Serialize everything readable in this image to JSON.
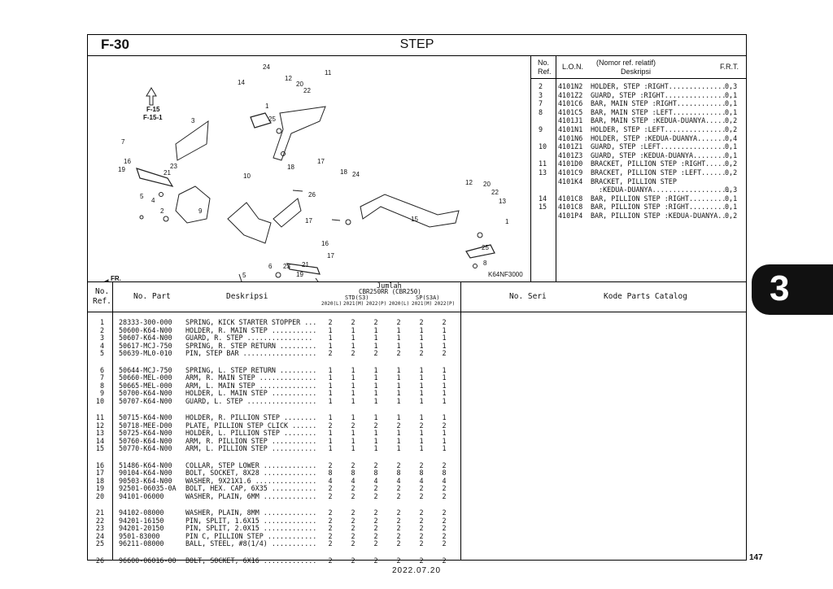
{
  "page": {
    "code": "F-30",
    "title": "STEP",
    "section_tab": "3",
    "page_number": "147",
    "date": "2022.07.20"
  },
  "diagram": {
    "ref_labels": [
      "F-15",
      "F-15-1"
    ],
    "fr_label": "FR.",
    "diagram_code": "K64NF3000",
    "callouts": [
      "24",
      "11",
      "14",
      "12",
      "20",
      "22",
      "1",
      "25",
      "3",
      "17",
      "18",
      "7",
      "16",
      "19",
      "23",
      "21",
      "5",
      "4",
      "2",
      "9",
      "10",
      "26",
      "17",
      "18",
      "24",
      "12",
      "20",
      "22",
      "13",
      "15",
      "1",
      "25",
      "8",
      "16",
      "17",
      "5",
      "6",
      "23",
      "21",
      "19"
    ]
  },
  "lon": {
    "headers": {
      "no": "No.",
      "ref": "Ref.",
      "lon": "L.O.N.",
      "desc_top": "(Nomor ref. relatif)",
      "desc": "Deskripsi",
      "frt": "F.R.T."
    },
    "rows": [
      {
        "ref": "2",
        "lon": "4101N2",
        "desc": "HOLDER, STEP :RIGHT..............",
        "frt": "0,3"
      },
      {
        "ref": "3",
        "lon": "4101Z2",
        "desc": "GUARD, STEP :RIGHT...............",
        "frt": "0,1"
      },
      {
        "ref": "7",
        "lon": "4101C6",
        "desc": "BAR, MAIN STEP :RIGHT............",
        "frt": "0,1"
      },
      {
        "ref": "8",
        "lon": "4101C5",
        "desc": "BAR, MAIN STEP :LEFT.............",
        "frt": "0,1"
      },
      {
        "ref": "",
        "lon": "4101J1",
        "desc": "BAR, MAIN STEP :KEDUA-DUANYA.....",
        "frt": "0,2"
      },
      {
        "ref": "9",
        "lon": "4101N1",
        "desc": "HOLDER, STEP :LEFT...............",
        "frt": "0,2"
      },
      {
        "ref": "",
        "lon": "4101N6",
        "desc": "HOLDER, STEP :KEDUA-DUANYA.......",
        "frt": "0,4"
      },
      {
        "ref": "10",
        "lon": "4101Z1",
        "desc": "GUARD, STEP :LEFT................",
        "frt": "0,1"
      },
      {
        "ref": "",
        "lon": "4101Z3",
        "desc": "GUARD, STEP :KEDUA-DUANYA........",
        "frt": "0,1"
      },
      {
        "ref": "11",
        "lon": "4101D0",
        "desc": "BRACKET, PILLION STEP :RIGHT.....",
        "frt": "0,2"
      },
      {
        "ref": "13",
        "lon": "4101C9",
        "desc": "BRACKET, PILLION STEP :LEFT......",
        "frt": "0,2"
      },
      {
        "ref": "",
        "lon": "4101K4",
        "desc": "BRACKET, PILLION STEP",
        "frt": ""
      },
      {
        "ref": "",
        "lon": "",
        "desc": "  :KEDUA-DUANYA...................",
        "frt": "0,3"
      },
      {
        "ref": "14",
        "lon": "4101C8",
        "desc": "BAR, PILLION STEP :RIGHT.........",
        "frt": "0,1"
      },
      {
        "ref": "15",
        "lon": "4101C8",
        "desc": "BAR, PILLION STEP :RIGHT.........",
        "frt": "0,1"
      },
      {
        "ref": "",
        "lon": "4101P4",
        "desc": "BAR, PILLION STEP :KEDUA-DUANYA..",
        "frt": "0,2"
      }
    ]
  },
  "parts": {
    "headers": {
      "no": "No.",
      "ref": "Ref.",
      "part": "No. Part",
      "desc": "Deskripsi",
      "jumlah": "Jumlah",
      "model": "CBR250RR (CBR250)",
      "std": "STD(S3)",
      "sp": "SP(S3A)",
      "years": [
        "2020(L)",
        "2021(M)",
        "2022(P)",
        "2020(L)",
        "2021(M)",
        "2022(P)"
      ],
      "seri": "No. Seri",
      "catalog": "Kode Parts Catalog"
    },
    "rows": [
      {
        "ref": "1",
        "part": "28333-300-000",
        "desc": "SPRING, KICK STARTER STOPPER ...",
        "qty": [
          "2",
          "2",
          "2",
          "2",
          "2",
          "2"
        ]
      },
      {
        "ref": "2",
        "part": "50600-K64-N00",
        "desc": "HOLDER, R. MAIN STEP ...........",
        "qty": [
          "1",
          "1",
          "1",
          "1",
          "1",
          "1"
        ]
      },
      {
        "ref": "3",
        "part": "50607-K64-N00",
        "desc": "GUARD, R. STEP ................",
        "qty": [
          "1",
          "1",
          "1",
          "1",
          "1",
          "1"
        ]
      },
      {
        "ref": "4",
        "part": "50617-MCJ-750",
        "desc": "SPRING, R. STEP RETURN .........",
        "qty": [
          "1",
          "1",
          "1",
          "1",
          "1",
          "1"
        ]
      },
      {
        "ref": "5",
        "part": "50639-ML0-010",
        "desc": "PIN, STEP BAR ..................",
        "qty": [
          "2",
          "2",
          "2",
          "2",
          "2",
          "2"
        ]
      },
      {
        "ref": "6",
        "part": "50644-MCJ-750",
        "desc": "SPRING, L. STEP RETURN .........",
        "qty": [
          "1",
          "1",
          "1",
          "1",
          "1",
          "1"
        ]
      },
      {
        "ref": "7",
        "part": "50660-MEL-000",
        "desc": "ARM, R. MAIN STEP ..............",
        "qty": [
          "1",
          "1",
          "1",
          "1",
          "1",
          "1"
        ]
      },
      {
        "ref": "8",
        "part": "50665-MEL-000",
        "desc": "ARM, L. MAIN STEP ..............",
        "qty": [
          "1",
          "1",
          "1",
          "1",
          "1",
          "1"
        ]
      },
      {
        "ref": "9",
        "part": "50700-K64-N00",
        "desc": "HOLDER, L. MAIN STEP ...........",
        "qty": [
          "1",
          "1",
          "1",
          "1",
          "1",
          "1"
        ]
      },
      {
        "ref": "10",
        "part": "50707-K64-N00",
        "desc": "GUARD, L. STEP .................",
        "qty": [
          "1",
          "1",
          "1",
          "1",
          "1",
          "1"
        ]
      },
      {
        "ref": "11",
        "part": "50715-K64-N00",
        "desc": "HOLDER, R. PILLION STEP ........",
        "qty": [
          "1",
          "1",
          "1",
          "1",
          "1",
          "1"
        ]
      },
      {
        "ref": "12",
        "part": "50718-MEE-D00",
        "desc": "PLATE, PILLION STEP CLICK ......",
        "qty": [
          "2",
          "2",
          "2",
          "2",
          "2",
          "2"
        ]
      },
      {
        "ref": "13",
        "part": "50725-K64-N00",
        "desc": "HOLDER, L. PILLION STEP ........",
        "qty": [
          "1",
          "1",
          "1",
          "1",
          "1",
          "1"
        ]
      },
      {
        "ref": "14",
        "part": "50760-K64-N00",
        "desc": "ARM, R. PILLION STEP ...........",
        "qty": [
          "1",
          "1",
          "1",
          "1",
          "1",
          "1"
        ]
      },
      {
        "ref": "15",
        "part": "50770-K64-N00",
        "desc": "ARM, L. PILLION STEP ...........",
        "qty": [
          "1",
          "1",
          "1",
          "1",
          "1",
          "1"
        ]
      },
      {
        "ref": "16",
        "part": "51486-K64-N00",
        "desc": "COLLAR, STEP LOWER .............",
        "qty": [
          "2",
          "2",
          "2",
          "2",
          "2",
          "2"
        ]
      },
      {
        "ref": "17",
        "part": "90104-K64-N00",
        "desc": "BOLT, SOCKET, 8X28 .............",
        "qty": [
          "8",
          "8",
          "8",
          "8",
          "8",
          "8"
        ]
      },
      {
        "ref": "18",
        "part": "90503-K64-N00",
        "desc": "WASHER, 9X21X1.6 ...............",
        "qty": [
          "4",
          "4",
          "4",
          "4",
          "4",
          "4"
        ]
      },
      {
        "ref": "19",
        "part": "92501-06035-0A",
        "desc": "BOLT, HEX. CAP, 6X35 ...........",
        "qty": [
          "2",
          "2",
          "2",
          "2",
          "2",
          "2"
        ]
      },
      {
        "ref": "20",
        "part": "94101-06000",
        "desc": "WASHER, PLAIN, 6MM .............",
        "qty": [
          "2",
          "2",
          "2",
          "2",
          "2",
          "2"
        ]
      },
      {
        "ref": "21",
        "part": "94102-08000",
        "desc": "WASHER, PLAIN, 8MM .............",
        "qty": [
          "2",
          "2",
          "2",
          "2",
          "2",
          "2"
        ]
      },
      {
        "ref": "22",
        "part": "94201-16150",
        "desc": "PIN, SPLIT, 1.6X15 .............",
        "qty": [
          "2",
          "2",
          "2",
          "2",
          "2",
          "2"
        ]
      },
      {
        "ref": "23",
        "part": "94201-20150",
        "desc": "PIN, SPLIT, 2.0X15 .............",
        "qty": [
          "2",
          "2",
          "2",
          "2",
          "2",
          "2"
        ]
      },
      {
        "ref": "24",
        "part": "9501-83000",
        "desc": "PIN C, PILLION STEP ............",
        "qty": [
          "2",
          "2",
          "2",
          "2",
          "2",
          "2"
        ]
      },
      {
        "ref": "25",
        "part": "96211-08000",
        "desc": "BALL, STEEL, #8(1/4) ...........",
        "qty": [
          "2",
          "2",
          "2",
          "2",
          "2",
          "2"
        ]
      },
      {
        "ref": "26",
        "part": "96600-06016-00",
        "desc": "BOLT, SOCKET, 6X16 .............",
        "qty": [
          "2",
          "2",
          "2",
          "2",
          "2",
          "2"
        ]
      }
    ]
  }
}
